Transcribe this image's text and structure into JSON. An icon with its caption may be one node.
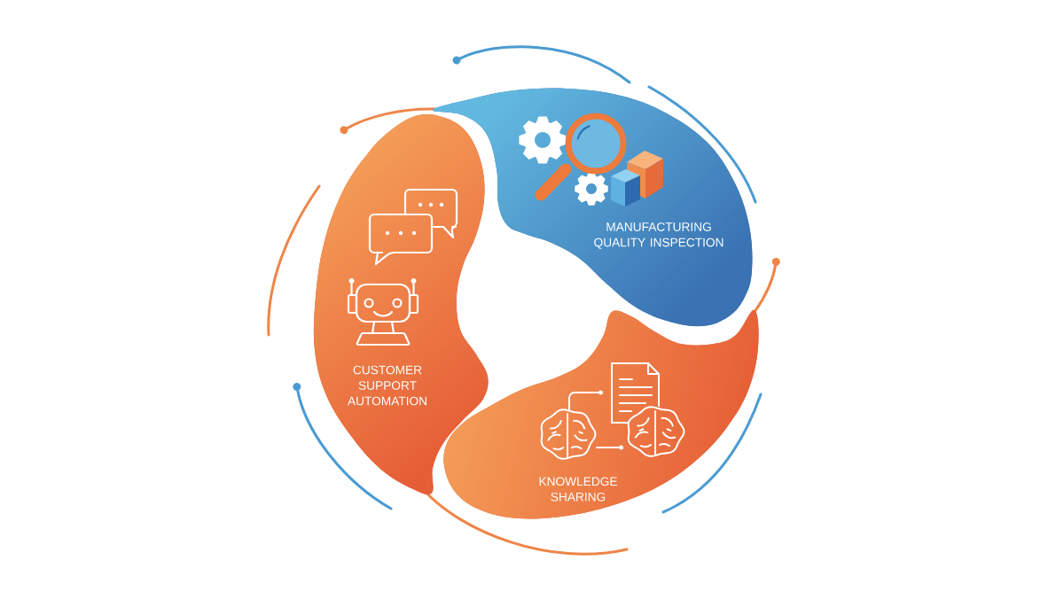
{
  "diagram": {
    "nodes": [
      {
        "text": [
          "MANUFACTURING QUALITY INSPECTION"
        ]
      },
      {
        "text": [
          "CUSTOMER SUPPORT AUTOMATION"
        ]
      },
      {
        "text": [
          "KNOWLEDGE SHARING"
        ]
      }
    ]
  }
}
